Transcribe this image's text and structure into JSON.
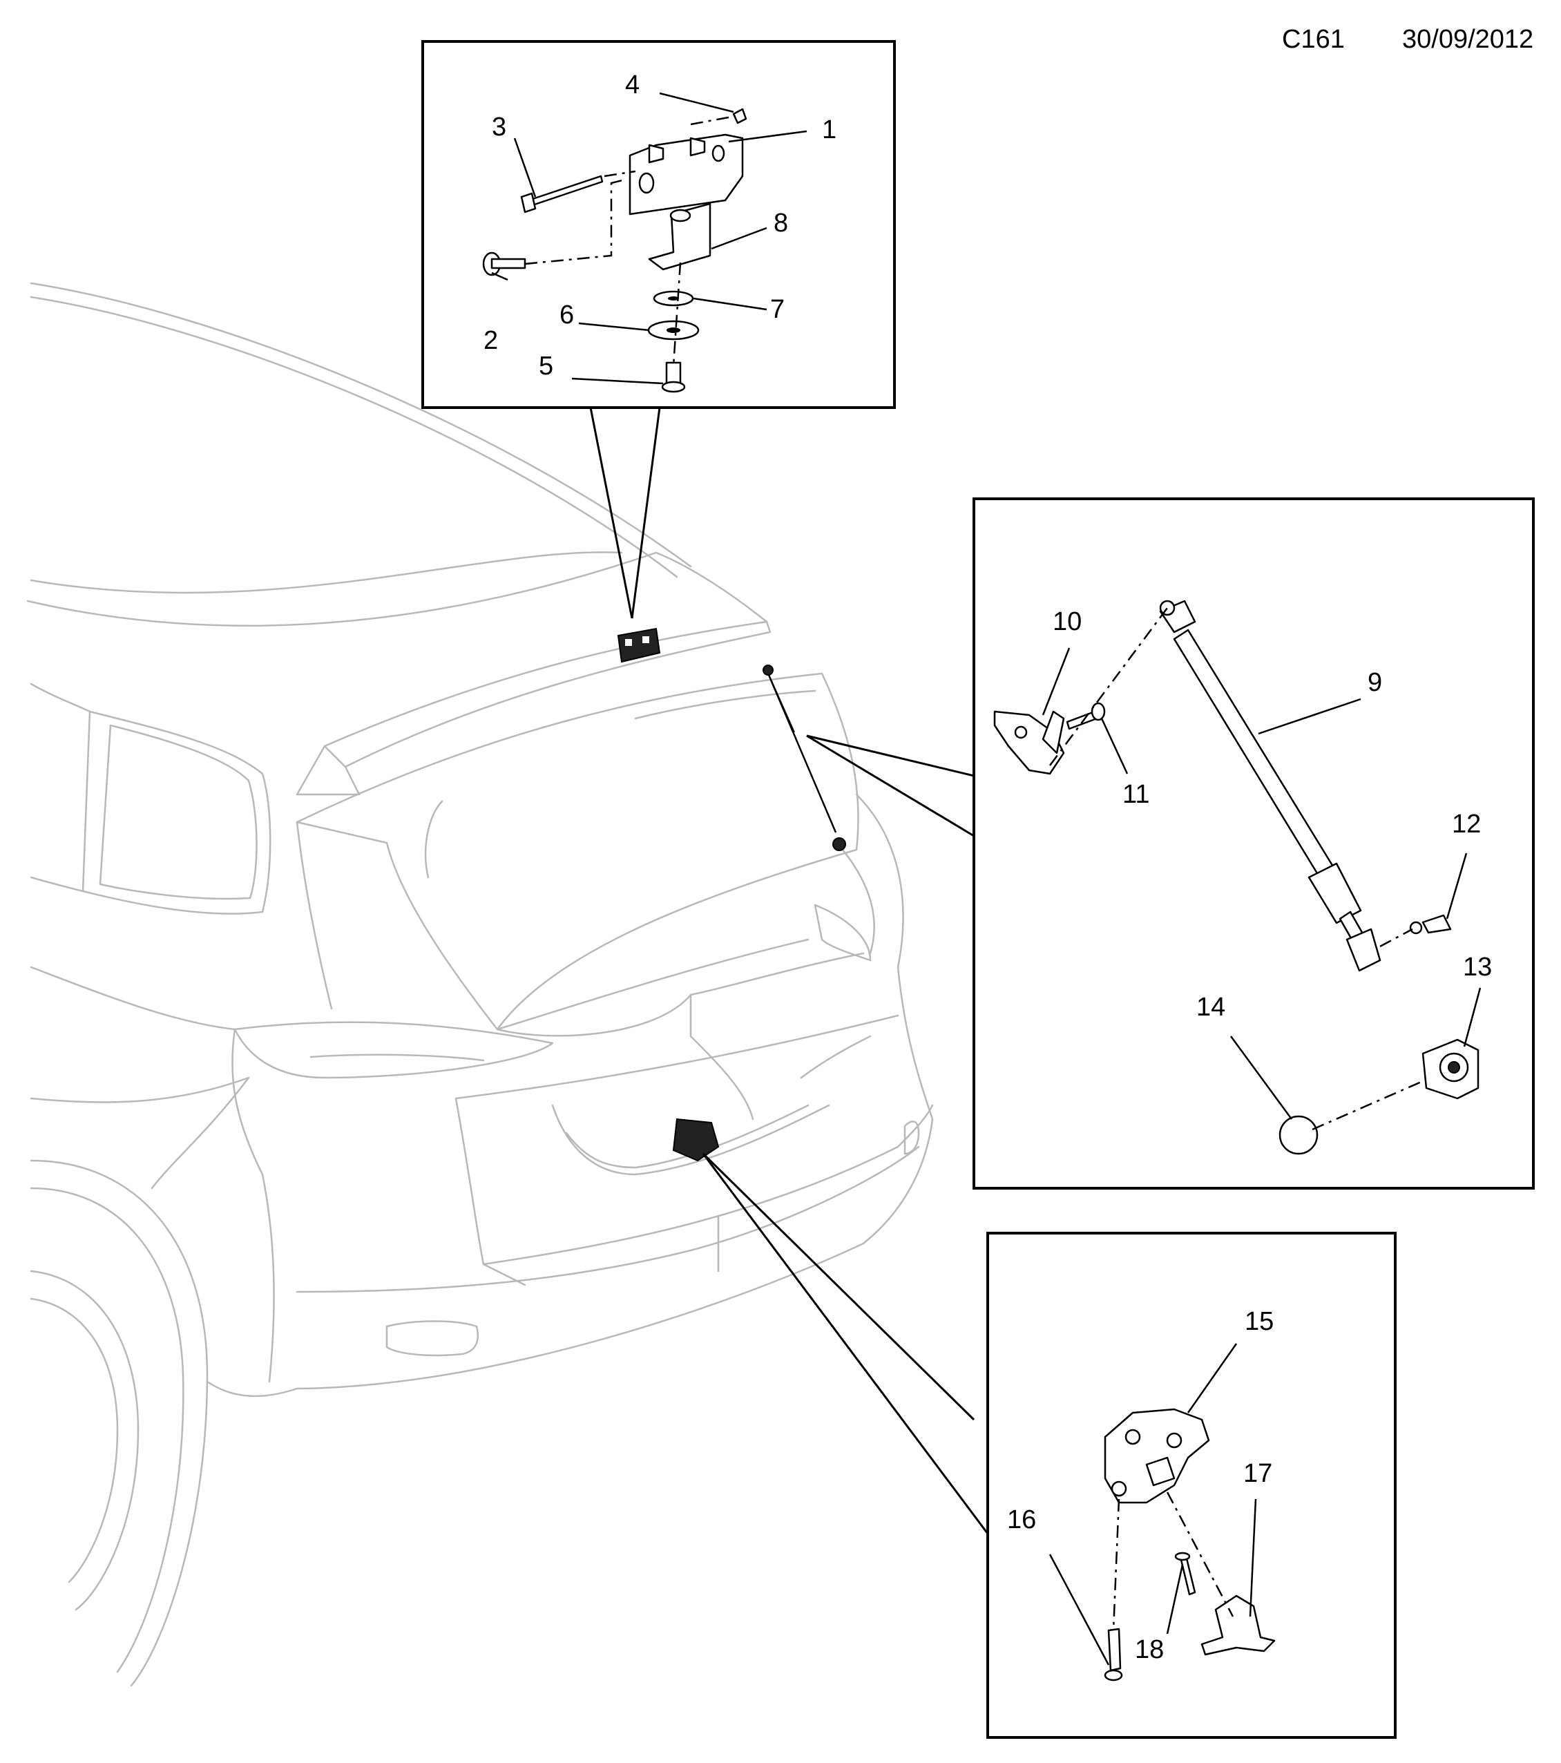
{
  "header": {
    "code": "C161",
    "date": "30/09/2012"
  },
  "callouts": {
    "c1": "1",
    "c2": "2",
    "c3": "3",
    "c4": "4",
    "c5": "5",
    "c6": "6",
    "c7": "7",
    "c8": "8",
    "c9": "9",
    "c10": "10",
    "c11": "11",
    "c12": "12",
    "c13": "13",
    "c14": "14",
    "c15": "15",
    "c16": "16",
    "c17": "17",
    "c18": "18"
  }
}
